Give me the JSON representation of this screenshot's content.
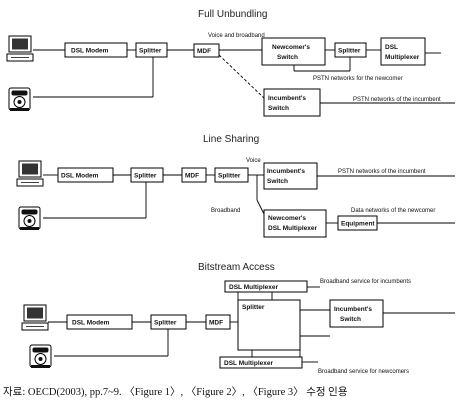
{
  "sections": {
    "full": {
      "title": "Full Unbundling",
      "voice_and_broadband": "Voice and broadband",
      "pstn_newcomer": "PSTN networks for the newcomer",
      "pstn_incumbent": "PSTN networks of the incumbent"
    },
    "line": {
      "title": "Line Sharing",
      "voice": "Voice",
      "broadband": "Broadband",
      "pstn_incumbent": "PSTN networks of the incumbent",
      "data_newcomer": "Data networks of the newcomer"
    },
    "bitstream": {
      "title": "Bitstream Access",
      "bb_incumbents": "Broadband service for incumbents",
      "bb_newcomers": "Broadband service for newcomers"
    }
  },
  "labels": {
    "dsl_modem": "DSL Modem",
    "splitter": "Splitter",
    "mdf": "MDF",
    "newcomers_switch": [
      "Newcomer's",
      "Switch"
    ],
    "incumbents_switch": [
      "Incumbent's",
      "Switch"
    ],
    "dsl_multiplexer_2line": [
      "DSL",
      "Multiplexer"
    ],
    "newcomers_dsl_multiplexer": [
      "Newcomer's",
      "DSL Multiplexer"
    ],
    "equipment": "Equipment",
    "dsl_multiplexer": "DSL Multiplexer"
  },
  "caption": "자료: OECD(2003), pp.7~9. 〈Figure 1〉, 〈Figure 2〉, 〈Figure 3〉 수정 인용"
}
